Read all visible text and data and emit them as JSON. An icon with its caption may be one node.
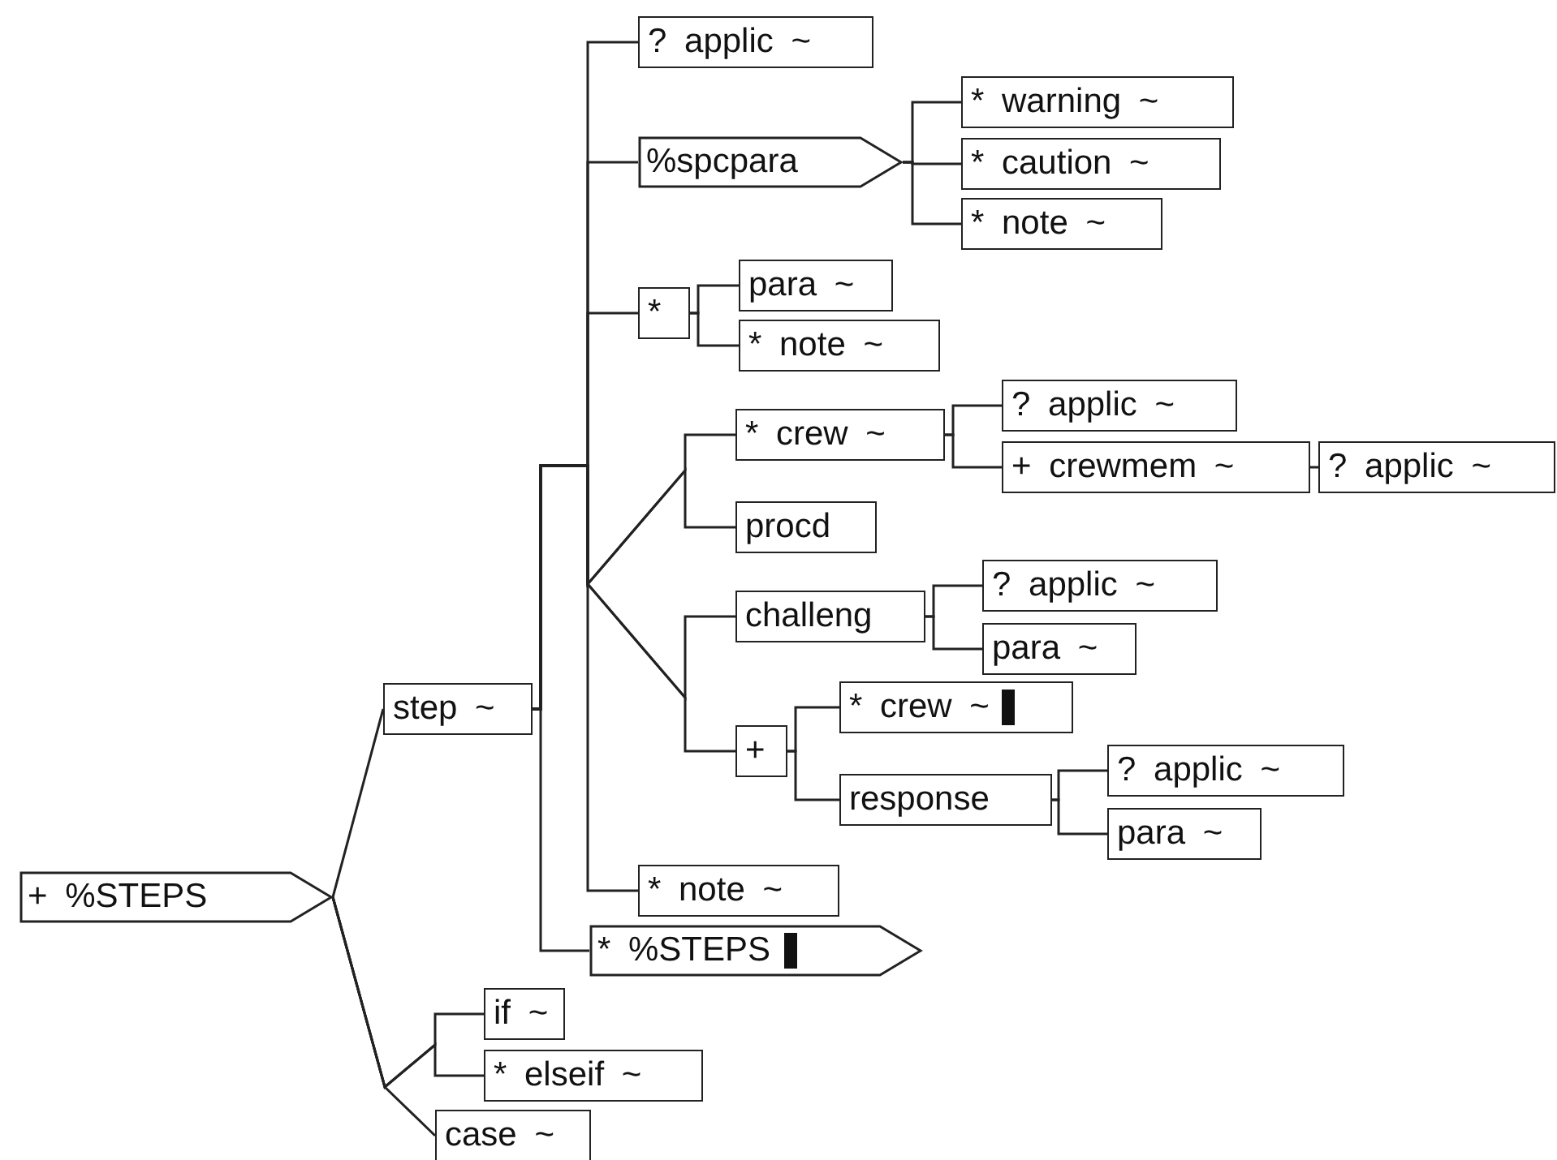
{
  "diagram": {
    "nodes": [
      {
        "text": [
          "+ %STEPS"
        ]
      },
      {
        "text": [
          "step ~"
        ]
      },
      {
        "text": [
          "? applic ~"
        ]
      },
      {
        "text": [
          "%spcpara"
        ]
      },
      {
        "text": [
          "* warning ~"
        ]
      },
      {
        "text": [
          "* caution ~"
        ]
      },
      {
        "text": [
          "* note ~"
        ]
      },
      {
        "text": [
          "*"
        ]
      },
      {
        "text": [
          "para ~"
        ]
      },
      {
        "text": [
          "* note ~"
        ]
      },
      {
        "text": [
          "* crew ~"
        ]
      },
      {
        "text": [
          "? applic ~"
        ]
      },
      {
        "text": [
          "+ crewmem ~"
        ]
      },
      {
        "text": [
          "? applic ~"
        ]
      },
      {
        "text": [
          "procd"
        ]
      },
      {
        "text": [
          "challeng"
        ]
      },
      {
        "text": [
          "? applic ~"
        ]
      },
      {
        "text": [
          "para ~"
        ]
      },
      {
        "text": [
          "+"
        ]
      },
      {
        "text": [
          "* crew ~"
        ]
      },
      {
        "text": [
          "response"
        ]
      },
      {
        "text": [
          "? applic ~"
        ]
      },
      {
        "text": [
          "para ~"
        ]
      },
      {
        "text": [
          "* note ~"
        ]
      },
      {
        "text": [
          "* %STEPS"
        ]
      },
      {
        "text": [
          "if ~"
        ]
      },
      {
        "text": [
          "* elseif ~"
        ]
      },
      {
        "text": [
          "case ~"
        ]
      }
    ],
    "edges": [
      {
        "from": 0,
        "to": 1,
        "arrow": "none"
      },
      {
        "from": 0,
        "to": 25,
        "arrow": "none"
      },
      {
        "from": 0,
        "to": 26,
        "arrow": "none"
      },
      {
        "from": 0,
        "to": 27,
        "arrow": "none"
      },
      {
        "from": 1,
        "to": 2,
        "arrow": "none"
      },
      {
        "from": 1,
        "to": 3,
        "arrow": "none"
      },
      {
        "from": 1,
        "to": 7,
        "arrow": "none"
      },
      {
        "from": 1,
        "to": 10,
        "arrow": "none"
      },
      {
        "from": 1,
        "to": 14,
        "arrow": "none"
      },
      {
        "from": 1,
        "to": 15,
        "arrow": "none"
      },
      {
        "from": 1,
        "to": 18,
        "arrow": "none"
      },
      {
        "from": 1,
        "to": 23,
        "arrow": "none"
      },
      {
        "from": 1,
        "to": 24,
        "arrow": "none"
      },
      {
        "from": 3,
        "to": 4,
        "arrow": "none"
      },
      {
        "from": 3,
        "to": 5,
        "arrow": "none"
      },
      {
        "from": 3,
        "to": 6,
        "arrow": "none"
      },
      {
        "from": 7,
        "to": 8,
        "arrow": "none"
      },
      {
        "from": 7,
        "to": 9,
        "arrow": "none"
      },
      {
        "from": 10,
        "to": 11,
        "arrow": "none"
      },
      {
        "from": 10,
        "to": 12,
        "arrow": "none"
      },
      {
        "from": 12,
        "to": 13,
        "arrow": "none"
      },
      {
        "from": 15,
        "to": 16,
        "arrow": "none"
      },
      {
        "from": 15,
        "to": 17,
        "arrow": "none"
      },
      {
        "from": 18,
        "to": 19,
        "arrow": "none"
      },
      {
        "from": 18,
        "to": 20,
        "arrow": "none"
      },
      {
        "from": 20,
        "to": 21,
        "arrow": "none"
      },
      {
        "from": 20,
        "to": 22,
        "arrow": "none"
      }
    ]
  }
}
